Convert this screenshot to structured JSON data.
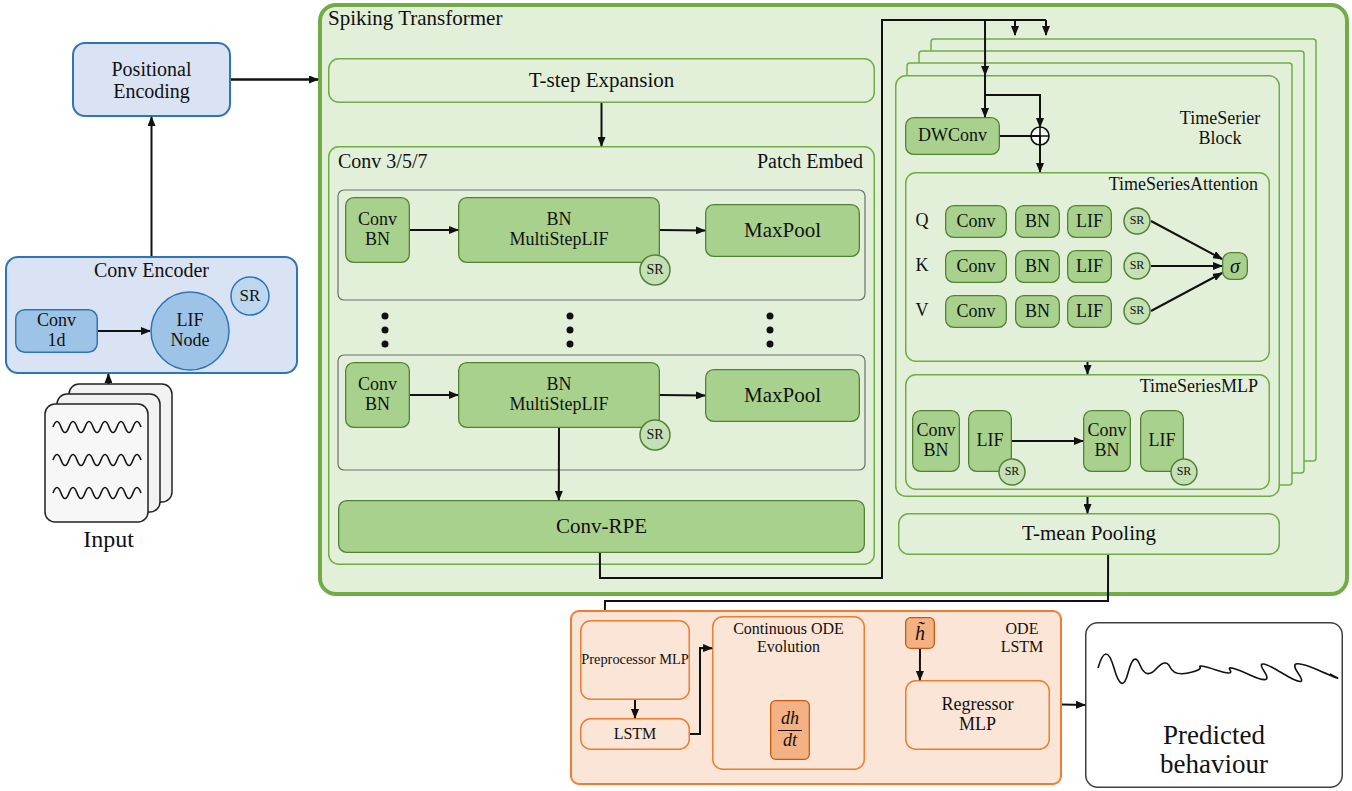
{
  "diagram": {
    "nodes": [
      {
        "text": [
          "Input"
        ]
      },
      {
        "text": [
          "Conv Encoder"
        ]
      },
      {
        "text": [
          "Conv 1d"
        ],
        "in": 1
      },
      {
        "text": [
          "LIF Node"
        ],
        "in": 1
      },
      {
        "text": [
          "SR"
        ],
        "in": 3
      },
      {
        "text": [
          "Positional Encoding"
        ]
      },
      {
        "text": [
          "Spiking Transformer"
        ]
      },
      {
        "text": [
          "T-step Expansion"
        ],
        "in": 6
      },
      {
        "text": [
          "Conv 3/5/7",
          "Patch Embed"
        ],
        "in": 6
      },
      {
        "text": [
          "Conv BN"
        ],
        "in": 8
      },
      {
        "text": [
          "BN MultiStepLIF"
        ],
        "in": 8
      },
      {
        "text": [
          "SR"
        ],
        "in": 10
      },
      {
        "text": [
          "MaxPool"
        ],
        "in": 8
      },
      {
        "text": [
          "Conv BN"
        ],
        "in": 8
      },
      {
        "text": [
          "BN MultiStepLIF"
        ],
        "in": 8
      },
      {
        "text": [
          "SR"
        ],
        "in": 14
      },
      {
        "text": [
          "MaxPool"
        ],
        "in": 8
      },
      {
        "text": [
          "Conv-RPE"
        ],
        "in": 8
      },
      {
        "text": [
          "TimeSerier Block"
        ],
        "in": 6
      },
      {
        "text": [
          "DWConv"
        ],
        "in": 18
      },
      {
        "text": [
          "TimeSeriesAttention"
        ],
        "in": 18
      },
      {
        "text": [
          "Conv"
        ],
        "in": 20
      },
      {
        "text": [
          "BN"
        ],
        "in": 20
      },
      {
        "text": [
          "LIF"
        ],
        "in": 20
      },
      {
        "text": [
          "SR"
        ],
        "in": 20
      },
      {
        "text": [
          "Conv"
        ],
        "in": 20
      },
      {
        "text": [
          "BN"
        ],
        "in": 20
      },
      {
        "text": [
          "LIF"
        ],
        "in": 20
      },
      {
        "text": [
          "SR"
        ],
        "in": 20
      },
      {
        "text": [
          "Conv"
        ],
        "in": 20
      },
      {
        "text": [
          "BN"
        ],
        "in": 20
      },
      {
        "text": [
          "LIF"
        ],
        "in": 20
      },
      {
        "text": [
          "SR"
        ],
        "in": 20
      },
      {
        "text": [
          "σ"
        ],
        "in": 20
      },
      {
        "text": [
          "TimeSeriesMLP"
        ],
        "in": 18
      },
      {
        "text": [
          "Conv BN"
        ],
        "in": 34
      },
      {
        "text": [
          "LIF"
        ],
        "in": 34
      },
      {
        "text": [
          "SR"
        ],
        "in": 36
      },
      {
        "text": [
          "Conv BN"
        ],
        "in": 34
      },
      {
        "text": [
          "LIF"
        ],
        "in": 34
      },
      {
        "text": [
          "SR"
        ],
        "in": 39
      },
      {
        "text": [
          "T-mean Pooling"
        ],
        "in": 6
      },
      {
        "text": [
          "ODE LSTM"
        ]
      },
      {
        "text": [
          "Preprocessor MLP"
        ],
        "in": 42
      },
      {
        "text": [
          "LSTM"
        ],
        "in": 42
      },
      {
        "text": [
          "Continuous ODE Evolution"
        ],
        "in": 42
      },
      {
        "text": [
          "dh",
          "dt"
        ],
        "in": 45
      },
      {
        "text": [
          "h̃"
        ],
        "in": 42
      },
      {
        "text": [
          "Regressor MLP"
        ],
        "in": 42
      },
      {
        "text": [
          "Predicted behaviour"
        ]
      }
    ],
    "edges": [
      {
        "from": 0,
        "to": 1,
        "arrow": "to"
      },
      {
        "from": 1,
        "to": 5,
        "arrow": "to"
      },
      {
        "from": 5,
        "to": 6,
        "arrow": "to"
      },
      {
        "from": 2,
        "to": 3,
        "arrow": "to"
      },
      {
        "from": 7,
        "to": 8,
        "arrow": "to"
      },
      {
        "from": 9,
        "to": 10,
        "arrow": "to"
      },
      {
        "from": 10,
        "to": 12,
        "arrow": "to"
      },
      {
        "from": 13,
        "to": 14,
        "arrow": "to"
      },
      {
        "from": 14,
        "to": 16,
        "arrow": "to"
      },
      {
        "from": 14,
        "to": 17,
        "arrow": "to"
      },
      {
        "from": 17,
        "to": 18,
        "arrow": "to"
      },
      {
        "from": 19,
        "to": 20,
        "arrow": "to"
      },
      {
        "from": 24,
        "to": 33,
        "arrow": "to"
      },
      {
        "from": 28,
        "to": 33,
        "arrow": "to"
      },
      {
        "from": 32,
        "to": 33,
        "arrow": "to"
      },
      {
        "from": 20,
        "to": 34,
        "arrow": "to"
      },
      {
        "from": 36,
        "to": 38,
        "arrow": "to"
      },
      {
        "from": 18,
        "to": 41,
        "arrow": "to"
      },
      {
        "from": 41,
        "to": 42,
        "arrow": "none"
      },
      {
        "from": 43,
        "to": 44,
        "arrow": "to"
      },
      {
        "from": 44,
        "to": 45,
        "arrow": "to"
      },
      {
        "from": 47,
        "to": 48,
        "arrow": "to"
      },
      {
        "from": 42,
        "to": 49,
        "arrow": "to"
      }
    ],
    "labels": [
      "Q",
      "K",
      "V"
    ]
  }
}
